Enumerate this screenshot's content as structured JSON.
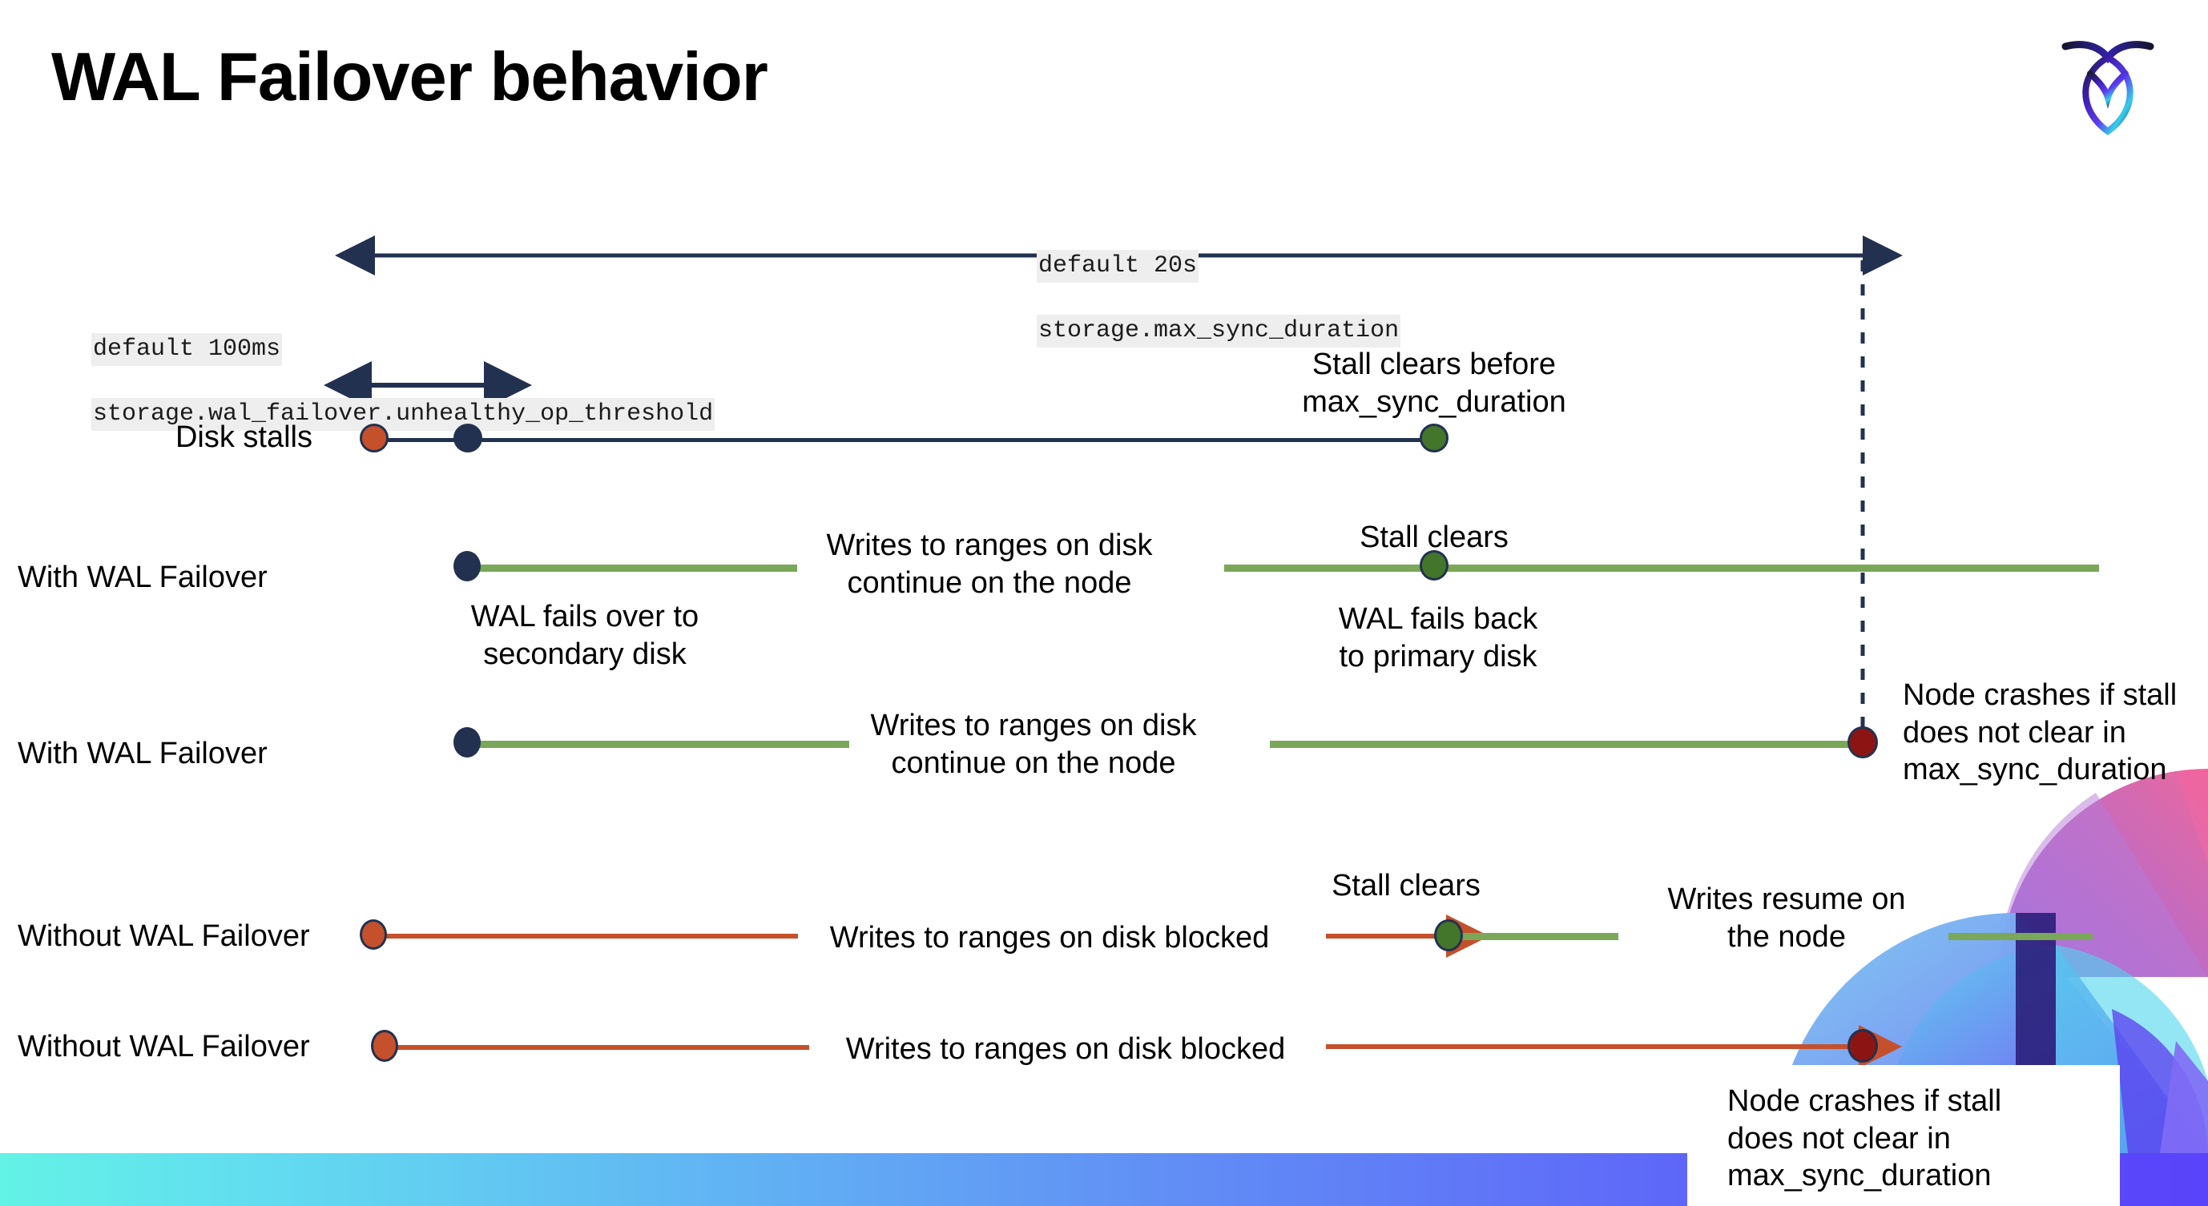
{
  "slide": {
    "title": "WAL Failover behavior",
    "logo_name": "cockroachdb-logo"
  },
  "settings": {
    "unhealthy_op_threshold": {
      "default_line": "default 100ms",
      "name_line": "storage.wal_failover.unhealthy_op_threshold"
    },
    "max_sync_duration": {
      "default_line": "default 20s",
      "name_line": "storage.max_sync_duration"
    }
  },
  "rows": {
    "disk_stalls": {
      "label": "Disk stalls"
    },
    "with_wal_failover_1": {
      "label": "With WAL Failover"
    },
    "with_wal_failover_2": {
      "label": "With WAL Failover"
    },
    "without_wal_failover_1": {
      "label": "Without WAL Failover"
    },
    "without_wal_failover_2": {
      "label": "Without WAL Failover"
    }
  },
  "annotations": {
    "stall_clears_before": "Stall clears before\nmax_sync_duration",
    "stall_clears_a": "Stall clears",
    "stall_clears_b": "Stall clears",
    "wal_fails_over": "WAL fails over to\nsecondary disk",
    "wal_fails_back": "WAL fails  back\nto primary disk",
    "writes_continue_1": "Writes to ranges on disk\ncontinue on the node",
    "writes_continue_2": "Writes to ranges on disk\ncontinue on the node",
    "writes_blocked_1": "Writes to ranges on disk  blocked",
    "writes_blocked_2": "Writes to ranges on disk  blocked",
    "writes_resume": "Writes resume on\nthe node",
    "node_crashes_1": "Node crashes if stall\ndoes not clear in\nmax_sync_duration",
    "node_crashes_2": "Node crashes if stall\ndoes not clear in\nmax_sync_duration"
  },
  "colors": {
    "navy": "#22314f",
    "green_line": "#7aa758",
    "green_dot": "#43762a",
    "orange": "#c5502c",
    "dark_red": "#8c1513",
    "chip_bg": "#eeeeee",
    "strip_start": "#63f2e6",
    "strip_end": "#5a43fa"
  }
}
